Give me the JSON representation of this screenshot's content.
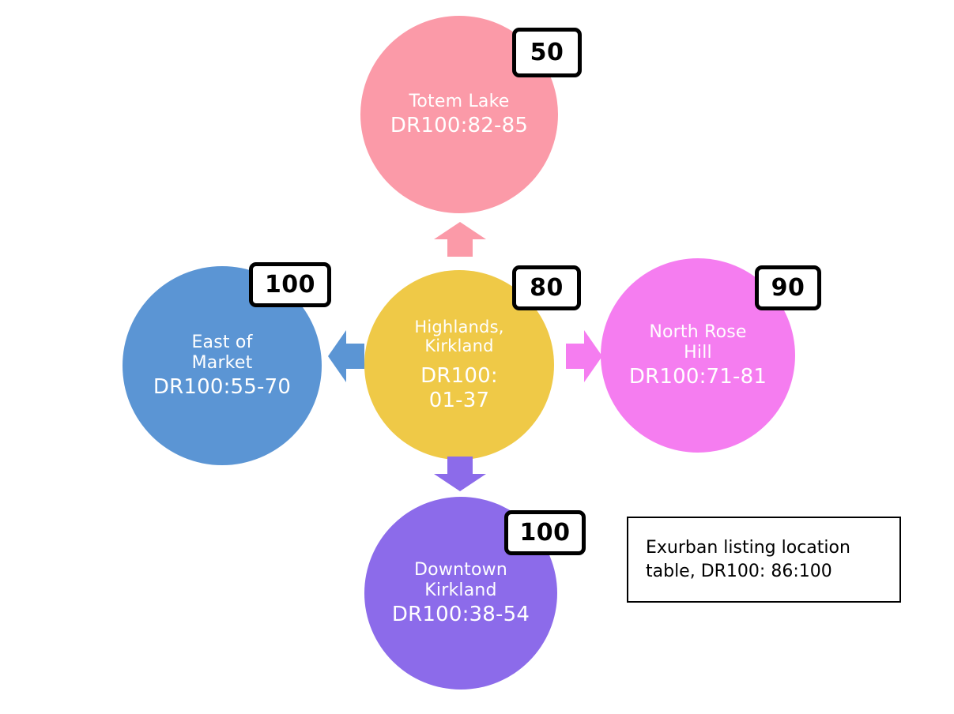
{
  "diagram": {
    "type": "hub-and-spoke-bubble-diagram",
    "background": "#FFFFFF",
    "nodes": [
      {
        "id": "totem-lake",
        "title": "Totem Lake",
        "code": "DR100:82-85",
        "badge": "50",
        "color": "#FB9AA8",
        "text_color": "#FFFFFF"
      },
      {
        "id": "east-of-market",
        "title": "East of\nMarket",
        "code": "DR100:55-70",
        "badge": "100",
        "color": "#5B95D4",
        "text_color": "#FFFFFF"
      },
      {
        "id": "highlands-kirkland",
        "title": "Highlands,\nKirkland",
        "code": "DR100:\n01-37",
        "badge": "80",
        "color": "#EFC947",
        "text_color": "#FFFFFF"
      },
      {
        "id": "north-rose-hill",
        "title": "North Rose\nHill",
        "code": "DR100:71-81",
        "badge": "90",
        "color": "#F57DF0",
        "text_color": "#FFFFFF"
      },
      {
        "id": "downtown-kirkland",
        "title": "Downtown\nKirkland",
        "code": "DR100:38-54",
        "badge": "100",
        "color": "#8C6BEA",
        "text_color": "#FFFFFF"
      }
    ],
    "arrows": [
      {
        "id": "arrow-up",
        "direction": "up",
        "color": "#FB9AA8",
        "from": "highlands-kirkland",
        "to": "totem-lake"
      },
      {
        "id": "arrow-left",
        "direction": "left",
        "color": "#5B95D4",
        "from": "highlands-kirkland",
        "to": "east-of-market"
      },
      {
        "id": "arrow-right",
        "direction": "right",
        "color": "#F57DF0",
        "from": "highlands-kirkland",
        "to": "north-rose-hill"
      },
      {
        "id": "arrow-down",
        "direction": "down",
        "color": "#8C6BEA",
        "from": "highlands-kirkland",
        "to": "downtown-kirkland"
      }
    ],
    "legend": {
      "text": "Exurban listing location\ntable, DR100: 86:100",
      "border_color": "#000000",
      "background": "#FFFFFF"
    }
  }
}
